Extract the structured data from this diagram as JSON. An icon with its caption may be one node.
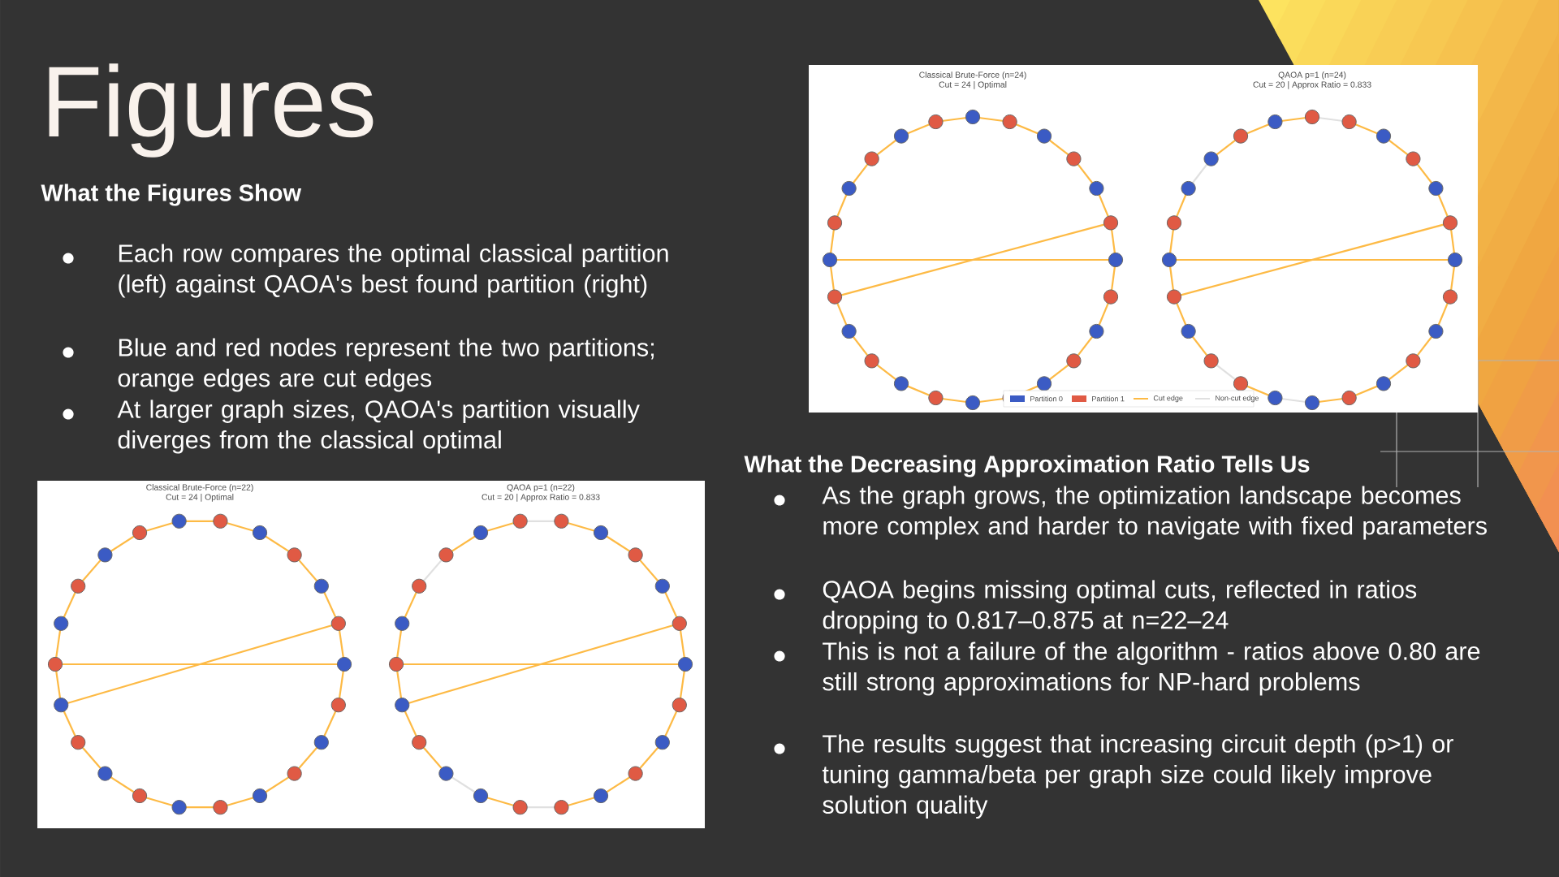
{
  "diagram": {
    "title": "Figures",
    "labels": [
      "What the Figures Show",
      "Each row compares the optimal classical partition (left) against QAOA's best found partition (right)",
      "Blue and red nodes represent the two partitions; orange edges are cut edges",
      "At larger graph sizes, QAOA's partition visually diverges from the classical optimal",
      "Classical Brute-Force (n=24)",
      "Cut = 24 | Optimal",
      "QAOA p=1 (n=24)",
      "Cut = 20 | Approx Ratio = 0.833",
      "What the Decreasing Approximation Ratio Tells Us",
      "As the graph grows, the optimization landscape becomes more complex and harder to navigate with fixed parameters",
      "QAOA begins missing optimal cuts, reflected in ratios dropping to 0.817–0.875 at n=22–24",
      "This is not a failure of the algorithm - ratios above 0.80 are still strong approximations for NP-hard problems",
      "The results suggest that increasing circuit depth (p>1) or tuning gamma/beta per graph size could likely improve solution quality",
      "Classical Brute-Force (n=22)",
      "Cut = 24 | Optimal",
      "QAOA p=1 (n=22)",
      "Cut = 20 | Approx Ratio = 0.833"
    ],
    "legend": [
      {
        "text": "Partition 0",
        "color": "#3b5bc4"
      },
      {
        "text": "Partition 1",
        "color": "#e05a44"
      },
      {
        "text": "Cut edge"
      },
      {
        "text": "Non-cut edge"
      }
    ]
  }
}
